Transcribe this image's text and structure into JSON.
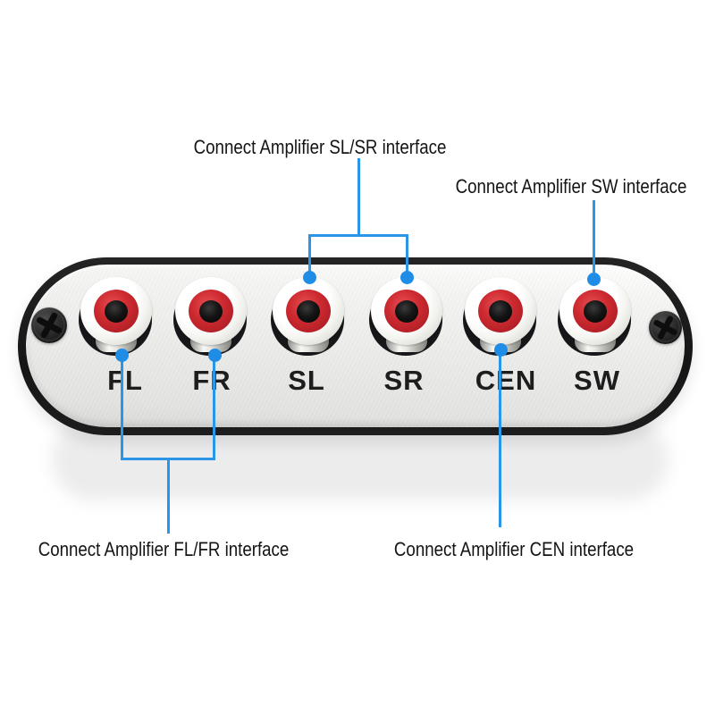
{
  "page": {
    "background": "#ffffff"
  },
  "colors": {
    "callout_blue_line": "#2b96e8",
    "callout_blue_dot": "#1f8ce6",
    "panel_border_black": "#1a1a1a",
    "panel_face_silver": "#ededeb",
    "jack_red": "#cd2a30",
    "jack_hole_black": "#151515",
    "label_black": "#1d1d1d"
  },
  "device": {
    "jacks": [
      {
        "id": "fl",
        "label": "FL"
      },
      {
        "id": "fr",
        "label": "FR"
      },
      {
        "id": "sl",
        "label": "SL"
      },
      {
        "id": "sr",
        "label": "SR"
      },
      {
        "id": "cen",
        "label": "CEN"
      },
      {
        "id": "sw",
        "label": "SW"
      }
    ],
    "screws": [
      {
        "id": "left-screw-icon"
      },
      {
        "id": "right-screw-icon"
      }
    ]
  },
  "callouts": {
    "slsr": {
      "label": "Connect Amplifier SL/SR interface"
    },
    "sw": {
      "label": "Connect Amplifier SW interface"
    },
    "flfr": {
      "label": "Connect Amplifier FL/FR interface"
    },
    "cen": {
      "label": "Connect Amplifier CEN interface"
    }
  }
}
